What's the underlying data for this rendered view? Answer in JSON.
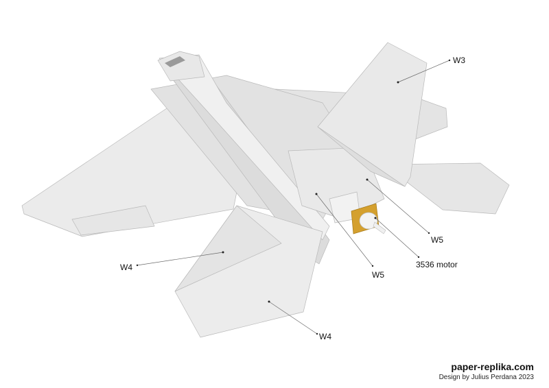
{
  "labels": {
    "w3": "W3",
    "w4_left": "W4",
    "w4_bottom": "W4",
    "w5_right": "W5",
    "w5_center": "W5",
    "motor": "3536 motor"
  },
  "footer": {
    "site": "paper-replika.com",
    "credit": "Design by Julius Perdana 2023"
  },
  "colors": {
    "paper": "#ececec",
    "motor_mount": "#d4a02e"
  }
}
